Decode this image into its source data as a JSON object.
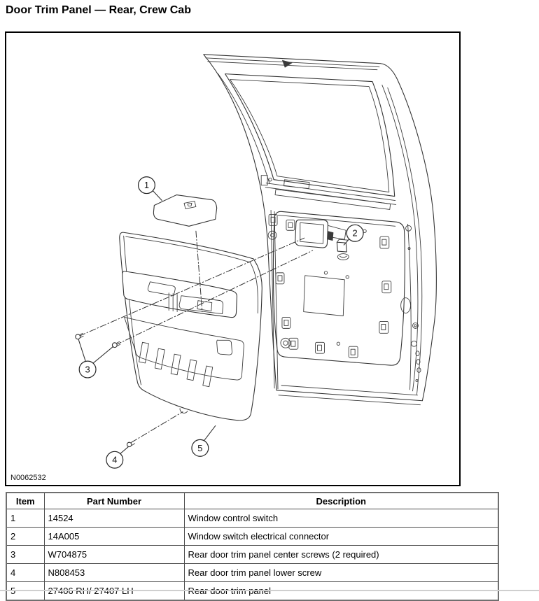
{
  "page": {
    "title": "Door Trim Panel — Rear, Crew Cab"
  },
  "figure": {
    "figure_id": "N0062532",
    "description": "Exploded line drawing of rear crew-cab door with trim panel, window switch and screws",
    "callouts": [
      "1",
      "2",
      "3",
      "4",
      "5"
    ],
    "colors": {
      "line": "#333333",
      "background": "#ffffff",
      "border": "#000000"
    }
  },
  "table": {
    "headers": [
      "Item",
      "Part Number",
      "Description"
    ],
    "rows": [
      [
        "1",
        "14524",
        "Window control switch"
      ],
      [
        "2",
        "14A005",
        "Window switch electrical connector"
      ],
      [
        "3",
        "W704875",
        "Rear door trim panel center screws (2 required)"
      ],
      [
        "4",
        "N808453",
        "Rear door trim panel lower screw"
      ],
      [
        "5",
        "27406 RH/ 27407 LH",
        "Rear door trim panel"
      ]
    ]
  }
}
